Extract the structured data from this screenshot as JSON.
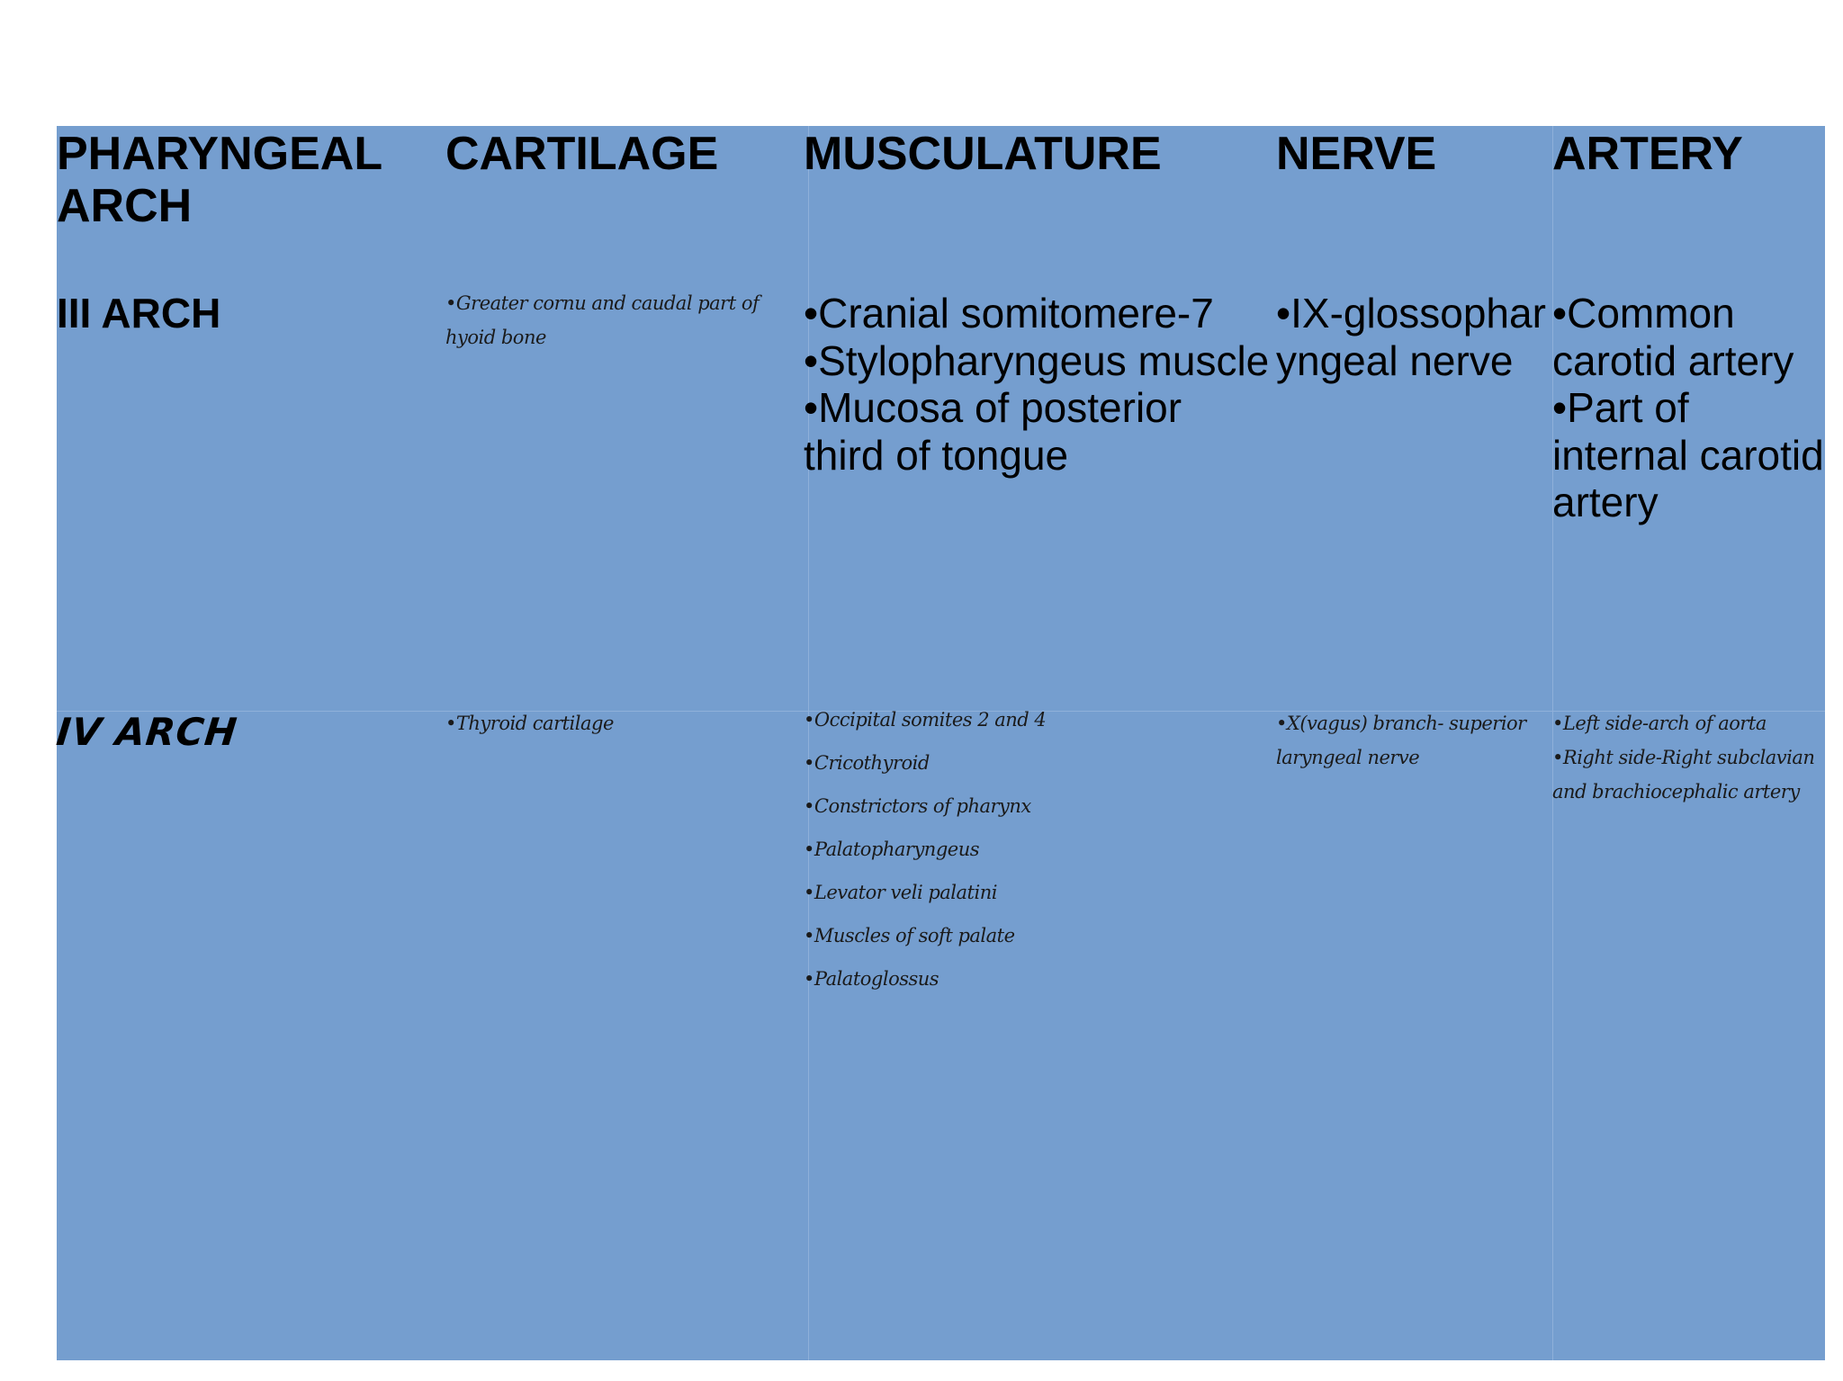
{
  "headers": [
    "PHARYNGEAL\nARCH",
    "CARTILAGE",
    "MUSCULATURE",
    "NERVE",
    "ARTERY"
  ],
  "rows": [
    {
      "arch": "III ARCH",
      "cartilage": [
        "•Greater cornu and caudal part of hyoid bone"
      ],
      "musculature": [
        "•Cranial somitomere-7",
        "•Stylopharyngeus muscle",
        "•Mucosa of posterior third of tongue"
      ],
      "nerve": [
        "•IX-glossopharyngeal nerve"
      ],
      "artery": [
        "•Common carotid artery",
        "•Part of internal carotid artery"
      ]
    },
    {
      "arch": "IV ARCH",
      "cartilage": [
        "•Thyroid cartilage"
      ],
      "musculature": [
        "•Occipital somites 2 and 4",
        "•Cricothyroid",
        "•Constrictors of pharynx",
        "•Palatopharyngeus",
        "•Levator veli palatini",
        "•Muscles of soft palate",
        "•Palatoglossus"
      ],
      "nerve": [
        "•X(vagus) branch- superior laryngeal nerve"
      ],
      "artery": [
        "•Left side-arch of aorta",
        "•Right side-Right subclavian and brachiocephalic artery"
      ]
    }
  ]
}
